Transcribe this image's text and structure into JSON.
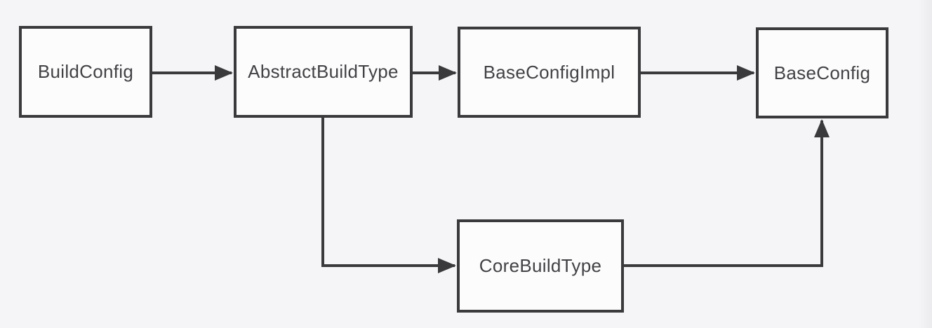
{
  "diagram": {
    "background_color": "#f5f5f7",
    "box_fill": "#fcfcfd",
    "line_color": "#3a3a3d",
    "text_color": "#424245",
    "nodes": [
      {
        "id": "buildconfig",
        "label": "BuildConfig"
      },
      {
        "id": "abstractbuildtype",
        "label": "AbstractBuildType"
      },
      {
        "id": "baseconfigimpl",
        "label": "BaseConfigImpl"
      },
      {
        "id": "baseconfig",
        "label": "BaseConfig"
      },
      {
        "id": "corebuildtype",
        "label": "CoreBuildType"
      }
    ],
    "edges": [
      {
        "from": "BuildConfig",
        "to": "AbstractBuildType",
        "shape": "straight"
      },
      {
        "from": "AbstractBuildType",
        "to": "BaseConfigImpl",
        "shape": "straight"
      },
      {
        "from": "BaseConfigImpl",
        "to": "BaseConfig",
        "shape": "straight"
      },
      {
        "from": "AbstractBuildType",
        "to": "CoreBuildType",
        "shape": "elbow-down-right"
      },
      {
        "from": "CoreBuildType",
        "to": "BaseConfig",
        "shape": "elbow-right-up"
      }
    ]
  }
}
